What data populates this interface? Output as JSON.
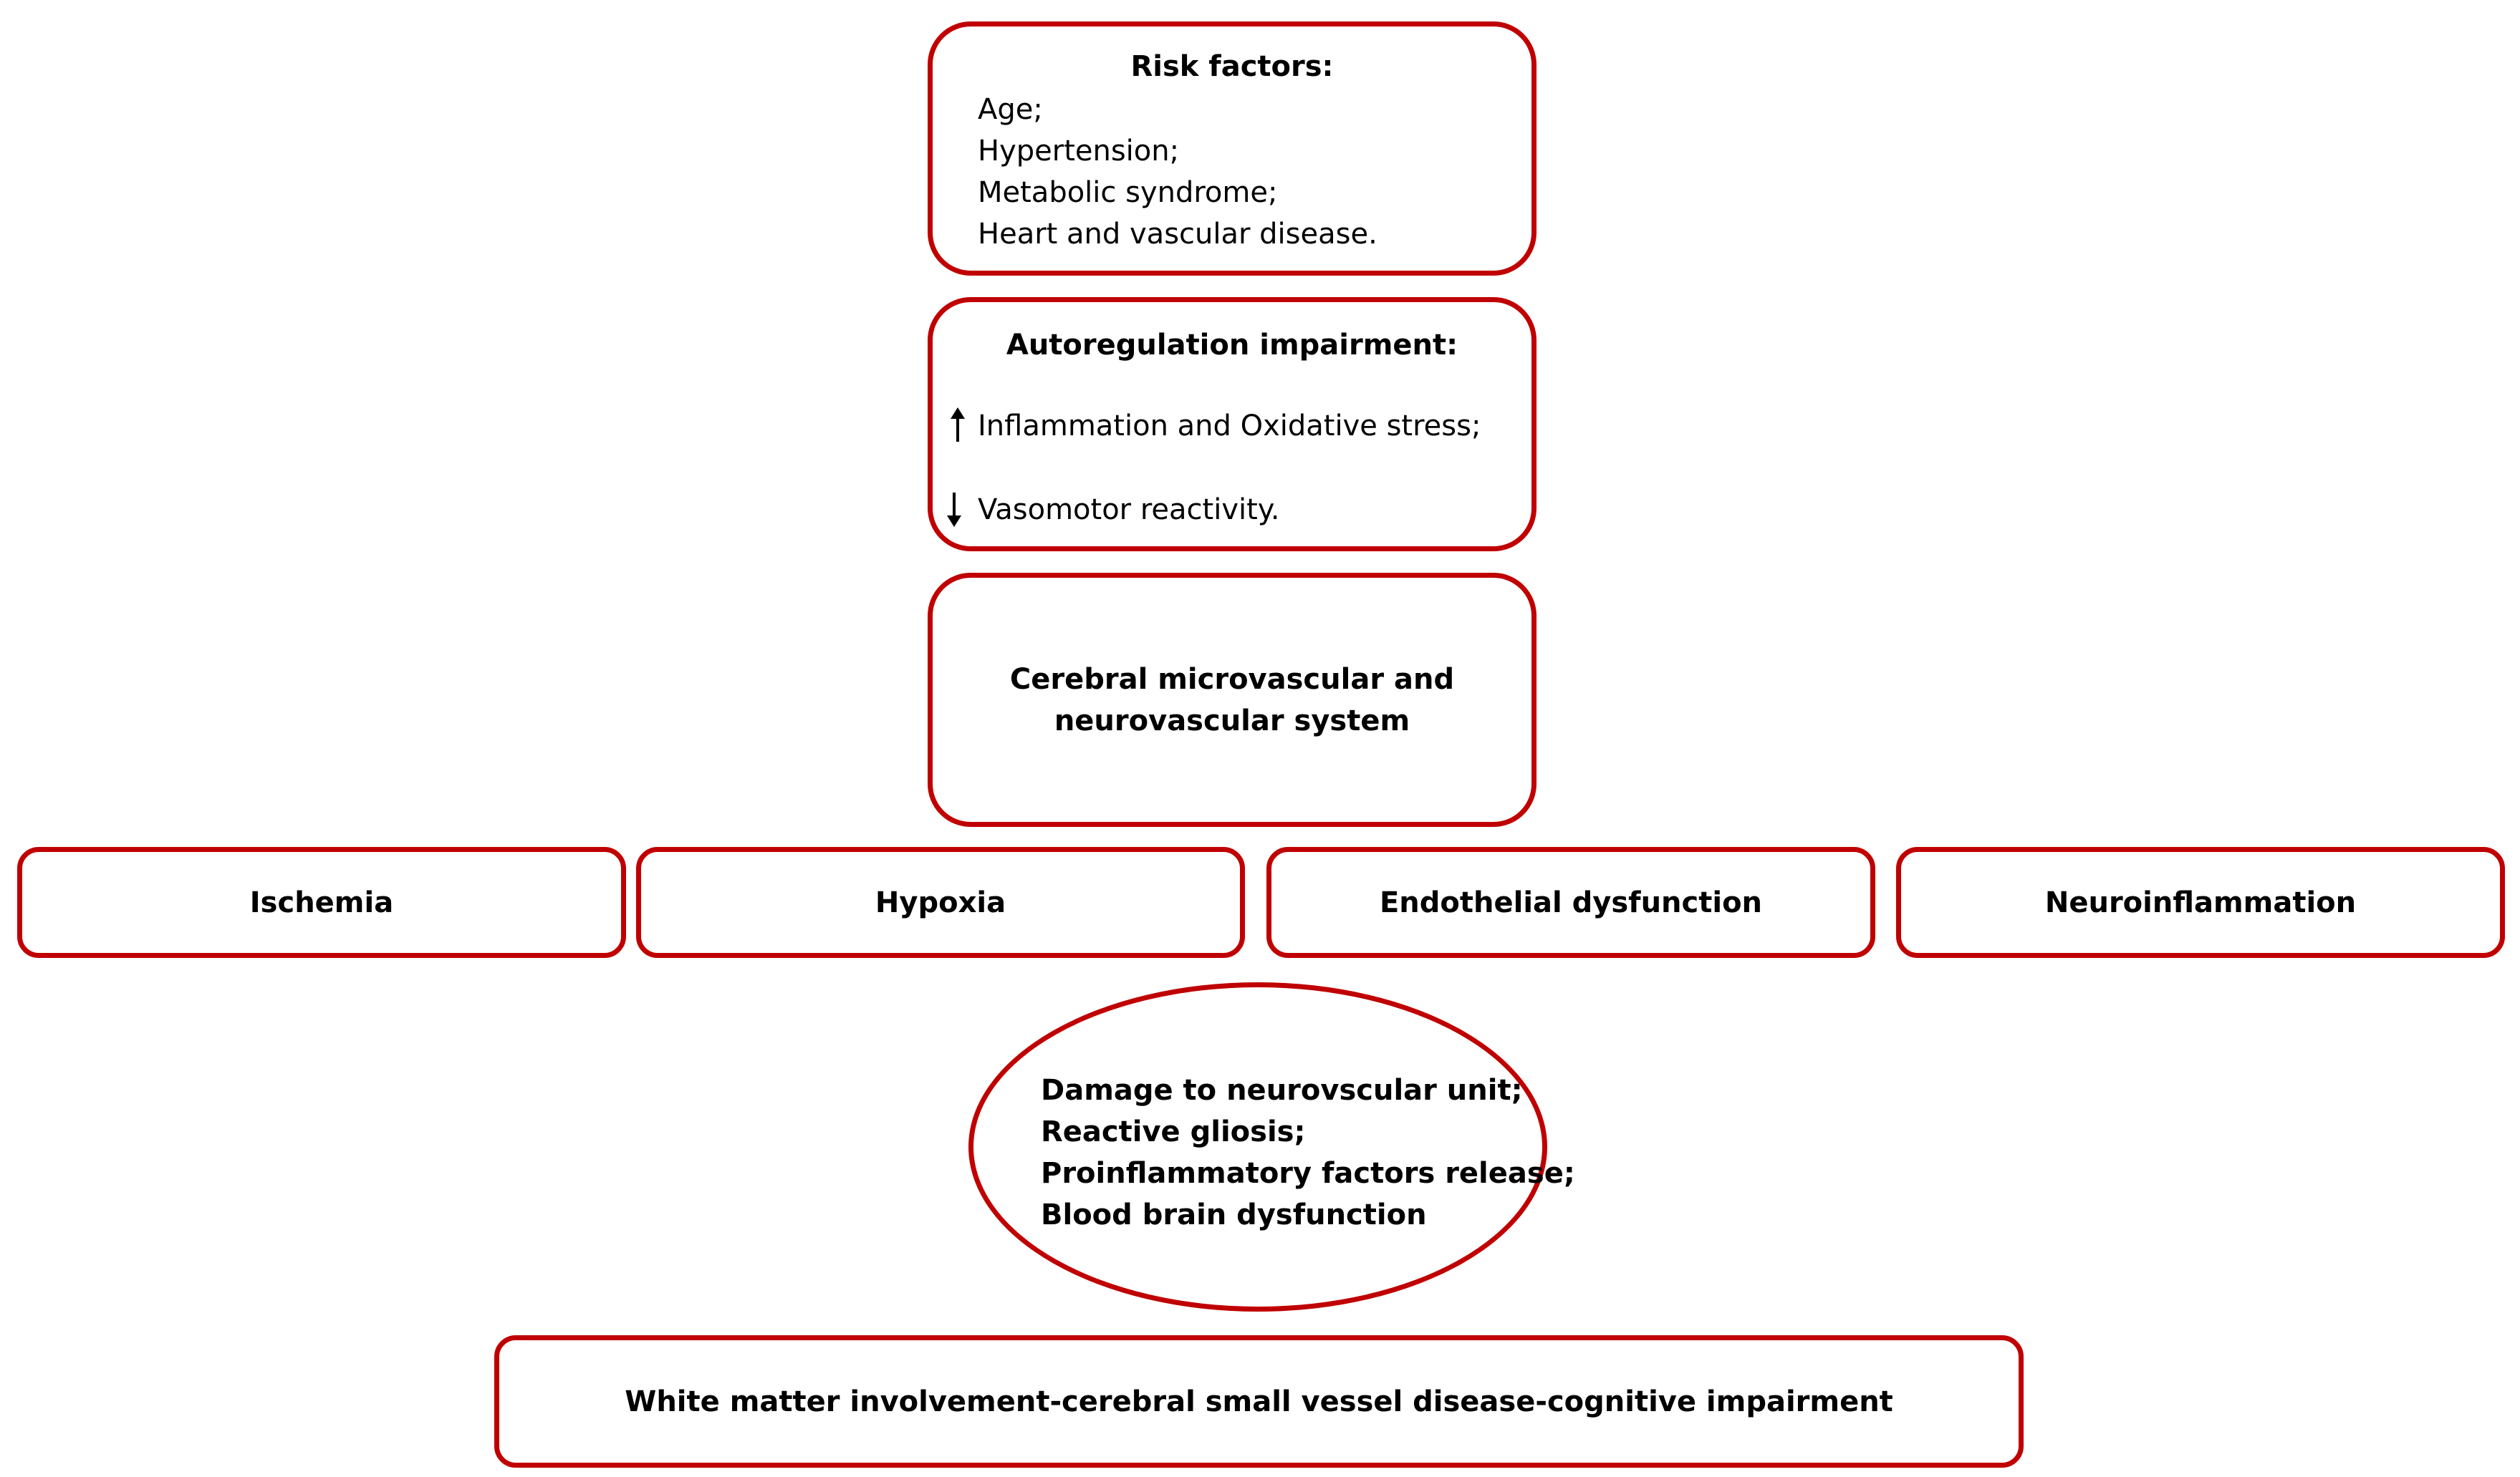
{
  "accent_color": "#c00000",
  "risk_factors": {
    "title": "Risk factors:",
    "items": [
      "Age;",
      "Hypertension;",
      "Metabolic syndrome;",
      "Heart and vascular disease."
    ]
  },
  "autoregulation": {
    "title": "Autoregulation impairment:",
    "items": [
      {
        "arrow": "up-arrow-icon",
        "text": "Inflammation and Oxidative stress;"
      },
      {
        "arrow": "down-arrow-icon",
        "text": "Vasomotor reactivity."
      }
    ]
  },
  "cerebral_system": {
    "line1": "Cerebral microvascular and",
    "line2": "neurovascular system"
  },
  "mechanisms": [
    "Ischemia",
    "Hypoxia",
    "Endothelial dysfunction",
    "Neuroinflammation"
  ],
  "damage": {
    "items": [
      "Damage to neurovscular unit;",
      "Reactive gliosis;",
      "Proinflammatory factors release;",
      "Blood brain dysfunction"
    ]
  },
  "outcome": "White matter involvement-cerebral small vessel disease-cognitive impairment"
}
